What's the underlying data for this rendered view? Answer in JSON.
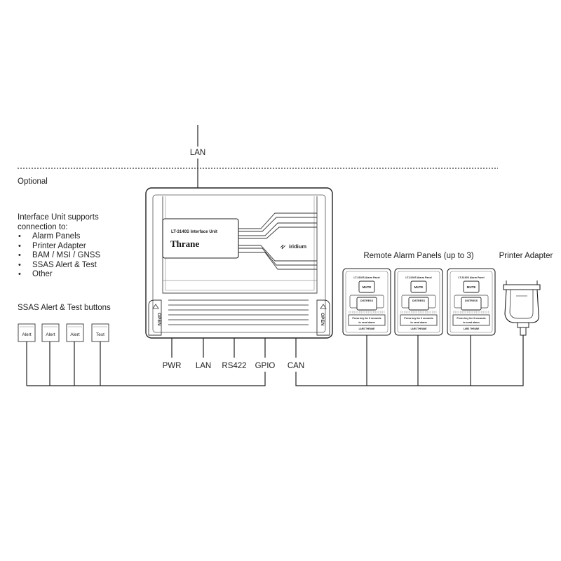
{
  "labels": {
    "lan_top": "LAN",
    "optional": "Optional",
    "remote_panels": "Remote Alarm Panels (up to 3)",
    "printer_adapter": "Printer Adapter",
    "ssas_buttons": "SSAS Alert & Test buttons",
    "support_intro": "Interface Unit supports connection to:",
    "pwr": "PWR",
    "lan": "LAN",
    "rs422": "RS422",
    "gpio": "GPIO",
    "can": "CAN"
  },
  "support_items": [
    "Alarm Panels",
    "Printer Adapter",
    "BAM / MSI / GNSS",
    "SSAS Alert & Test",
    "Other"
  ],
  "buttons": [
    "Alert",
    "Alert",
    "Alert",
    "Test"
  ],
  "unit": {
    "model": "LT-3140S Interface Unit",
    "brand": "Thrane",
    "partner": "iridium",
    "open_left": "OPEN",
    "open_right": "OPEN"
  },
  "panel": {
    "title": "LT-3130S Alarm Panel",
    "mute": "MUTE",
    "distress": "DISTRESS",
    "press_line1": "Press key for 3 seconds",
    "press_line2": "to send alarm",
    "brand": "LARS THRANE"
  }
}
